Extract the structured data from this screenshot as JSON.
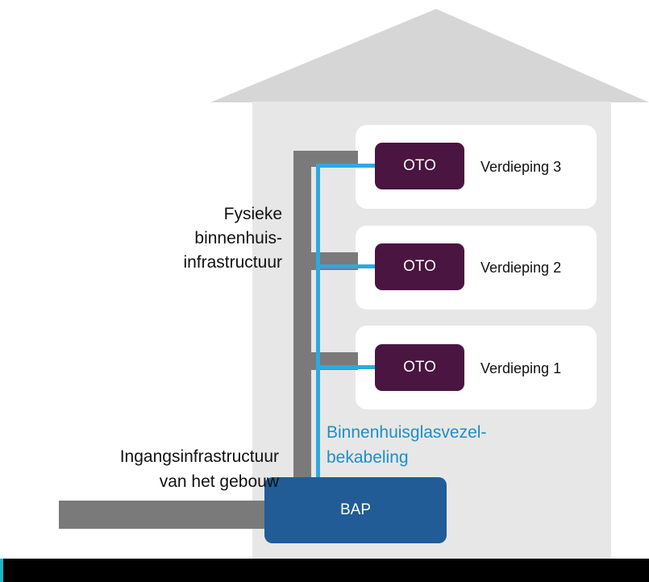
{
  "labels": {
    "infrastructure": [
      "Fysieke",
      "binnenhuis-",
      "infrastructuur"
    ],
    "entry": [
      "Ingangsinfrastructuur",
      "van het gebouw"
    ],
    "fiber": [
      "Binnenhuisglasvezel-",
      "bekabeling"
    ]
  },
  "floors": [
    {
      "oto": "OTO",
      "label": "Verdieping 3"
    },
    {
      "oto": "OTO",
      "label": "Verdieping 2"
    },
    {
      "oto": "OTO",
      "label": "Verdieping 1"
    }
  ],
  "bap": "BAP",
  "colors": {
    "building": "#e7e7e7",
    "roof": "#d6d6d6",
    "duct": "#7a7a7a",
    "fiber": "#2fa8df",
    "oto": "#4a1540",
    "bap": "#215c97",
    "fiber_label": "#1c8fc6"
  }
}
